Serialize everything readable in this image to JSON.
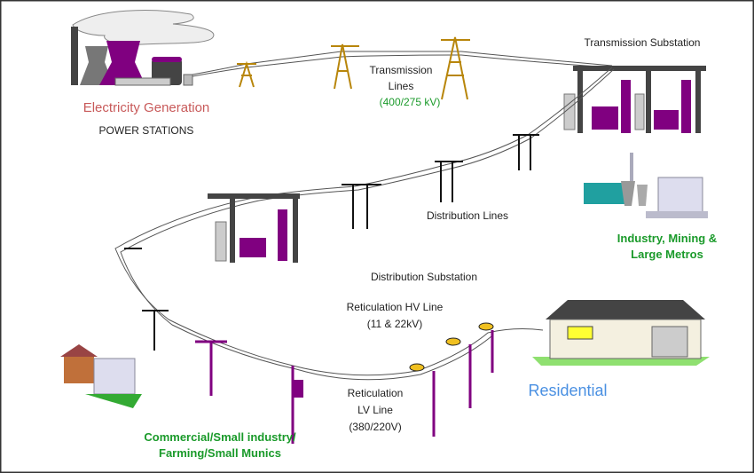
{
  "labels": {
    "generation": "Electricity Generation",
    "power_stations": "POWER STATIONS",
    "transmission_lines_1": "Transmission",
    "transmission_lines_2": "Lines",
    "transmission_voltage": "(400/275 kV)",
    "transmission_substation": "Transmission Substation",
    "distribution_lines": "Distribution Lines",
    "industry_1": "Industry, Mining &",
    "industry_2": "Large Metros",
    "distribution_substation": "Distribution Substation",
    "hv_line_1": "Reticulation HV Line",
    "hv_line_2": "(11 & 22kV)",
    "residential": "Residential",
    "lv_line_1": "Reticulation",
    "lv_line_2": "LV Line",
    "lv_line_3": "(380/220V)",
    "commercial_1": "Commercial/Small industry/",
    "commercial_2": "Farming/Small Munics"
  },
  "colors": {
    "generation": "#c85a5a",
    "voltage_green": "#1a9a2a",
    "residential": "#4a90e2",
    "pylon": "#b8860b",
    "equipment_purple": "#800080",
    "structure_gray": "#404040"
  }
}
